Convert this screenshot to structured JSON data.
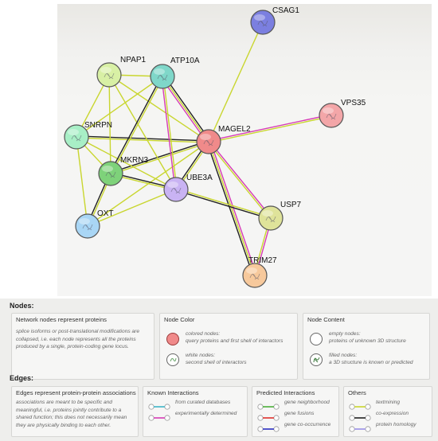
{
  "network": {
    "nodes": [
      {
        "id": "CSAG1",
        "label": "CSAG1",
        "color": "#7b7fe0"
      },
      {
        "id": "NPAP1",
        "label": "NPAP1",
        "color": "#d8f0a5"
      },
      {
        "id": "ATP10A",
        "label": "ATP10A",
        "color": "#7fd7c9"
      },
      {
        "id": "VPS35",
        "label": "VPS35",
        "color": "#f3a6a8"
      },
      {
        "id": "SNRPN",
        "label": "SNRPN",
        "color": "#a8efc6"
      },
      {
        "id": "MAGEL2",
        "label": "MAGEL2",
        "color": "#f08a8a"
      },
      {
        "id": "MKRN3",
        "label": "MKRN3",
        "color": "#7ed27a"
      },
      {
        "id": "UBE3A",
        "label": "UBE3A",
        "color": "#c9b3f3"
      },
      {
        "id": "OXT",
        "label": "OXT",
        "color": "#a9d6f5"
      },
      {
        "id": "USP7",
        "label": "USP7",
        "color": "#dfe39a"
      },
      {
        "id": "TRIM27",
        "label": "TRIM27",
        "color": "#f7c99c"
      }
    ],
    "edges": [
      {
        "a": "MAGEL2",
        "b": "CSAG1",
        "types": [
          "textmining"
        ]
      },
      {
        "a": "MAGEL2",
        "b": "VPS35",
        "types": [
          "experimentally_determined",
          "textmining"
        ]
      },
      {
        "a": "MAGEL2",
        "b": "ATP10A",
        "types": [
          "experimentally_determined",
          "textmining",
          "coexpression"
        ]
      },
      {
        "a": "MAGEL2",
        "b": "NPAP1",
        "types": [
          "textmining"
        ]
      },
      {
        "a": "MAGEL2",
        "b": "SNRPN",
        "types": [
          "textmining",
          "coexpression"
        ]
      },
      {
        "a": "MAGEL2",
        "b": "MKRN3",
        "types": [
          "textmining",
          "coexpression"
        ]
      },
      {
        "a": "MAGEL2",
        "b": "UBE3A",
        "types": [
          "textmining",
          "coexpression"
        ]
      },
      {
        "a": "MAGEL2",
        "b": "OXT",
        "types": [
          "textmining"
        ]
      },
      {
        "a": "MAGEL2",
        "b": "USP7",
        "types": [
          "experimentally_determined",
          "textmining"
        ]
      },
      {
        "a": "MAGEL2",
        "b": "TRIM27",
        "types": [
          "experimentally_determined",
          "textmining",
          "coexpression"
        ]
      },
      {
        "a": "USP7",
        "b": "TRIM27",
        "types": [
          "experimentally_determined",
          "textmining"
        ]
      },
      {
        "a": "UBE3A",
        "b": "USP7",
        "types": [
          "textmining",
          "coexpression"
        ]
      },
      {
        "a": "UBE3A",
        "b": "ATP10A",
        "types": [
          "experimentally_determined",
          "textmining"
        ]
      },
      {
        "a": "UBE3A",
        "b": "SNRPN",
        "types": [
          "textmining"
        ]
      },
      {
        "a": "UBE3A",
        "b": "NPAP1",
        "types": [
          "textmining"
        ]
      },
      {
        "a": "UBE3A",
        "b": "MKRN3",
        "types": [
          "textmining",
          "coexpression"
        ]
      },
      {
        "a": "UBE3A",
        "b": "OXT",
        "types": [
          "textmining"
        ]
      },
      {
        "a": "NPAP1",
        "b": "ATP10A",
        "types": [
          "textmining"
        ]
      },
      {
        "a": "NPAP1",
        "b": "SNRPN",
        "types": [
          "textmining"
        ]
      },
      {
        "a": "NPAP1",
        "b": "MKRN3",
        "types": [
          "textmining"
        ]
      },
      {
        "a": "ATP10A",
        "b": "SNRPN",
        "types": [
          "textmining"
        ]
      },
      {
        "a": "ATP10A",
        "b": "MKRN3",
        "types": [
          "textmining",
          "coexpression"
        ]
      },
      {
        "a": "SNRPN",
        "b": "MKRN3",
        "types": [
          "textmining"
        ]
      },
      {
        "a": "SNRPN",
        "b": "OXT",
        "types": [
          "textmining"
        ]
      },
      {
        "a": "MKRN3",
        "b": "OXT",
        "types": [
          "textmining",
          "coexpression"
        ]
      }
    ],
    "edge_colors": {
      "experimentally_determined": "#d63cb6",
      "textmining": "#c9d62f",
      "coexpression": "#222222",
      "curated": "#3fb5c6"
    }
  },
  "legend": {
    "nodes_title": "Nodes:",
    "edges_title": "Edges:",
    "node_box1": {
      "heading": "Network nodes represent proteins",
      "text": [
        "splice isoforms or post-translational modifications are",
        "collapsed, i.e. each node represents all the proteins",
        "produced by a single, protein-coding gene locus."
      ]
    },
    "node_color": {
      "heading": "Node Color",
      "colored_a": "colored nodes:",
      "colored_b": "query proteins and first shell of interactors",
      "white_a": "white nodes:",
      "white_b": "second shell of interactors"
    },
    "node_content": {
      "heading": "Node Content",
      "empty_a": "empty nodes:",
      "empty_b": "proteins of unknown 3D structure",
      "filled_a": "filled nodes:",
      "filled_b": "a 3D structure is known or predicted"
    },
    "edge_box1": {
      "heading": "Edges represent protein-protein associations",
      "text": [
        "associations are meant to be specific and",
        "meaningful, i.e. proteins jointly contribute to a",
        "shared function; this does not necessarily mean",
        "they are physically binding to each other."
      ]
    },
    "known": {
      "heading": "Known Interactions",
      "items": [
        {
          "label": "from curated databases",
          "color": "#3fb5c6"
        },
        {
          "label": "experimentally determined",
          "color": "#d63cb6"
        }
      ]
    },
    "predicted": {
      "heading": "Predicted Interactions",
      "items": [
        {
          "label": "gene neighborhood",
          "color": "#4caf3a"
        },
        {
          "label": "gene fusions",
          "color": "#e0312c"
        },
        {
          "label": "gene co-occurrence",
          "color": "#2b2fc2"
        }
      ]
    },
    "others": {
      "heading": "Others",
      "items": [
        {
          "label": "textmining",
          "color": "#c9d62f"
        },
        {
          "label": "co-expression",
          "color": "#222222"
        },
        {
          "label": "protein homology",
          "color": "#9a8fe8"
        }
      ]
    }
  }
}
